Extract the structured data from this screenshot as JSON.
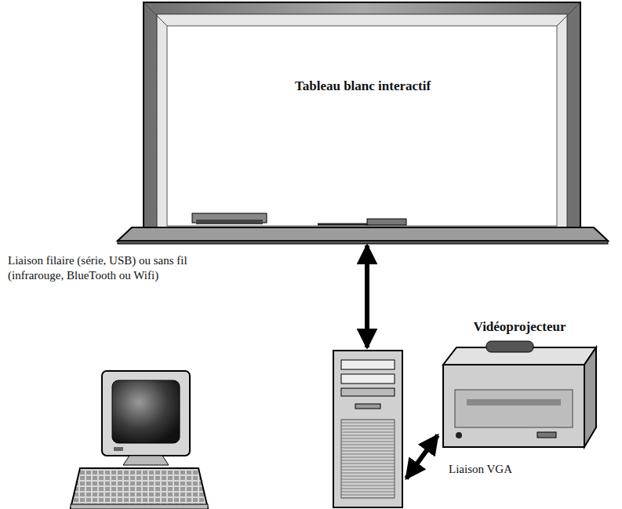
{
  "diagram": {
    "nodes": [
      {
        "text": [
          "Tableau blanc interactif"
        ]
      },
      {
        "text": []
      },
      {
        "text": [
          "Vidéoprojecteur"
        ]
      }
    ],
    "edges": [
      {
        "from": 0,
        "to": 1,
        "arrow": "both",
        "label": "Liaison filaire (série, USB) ou sans fil (infrarouge, BlueTooth ou Wifi)"
      },
      {
        "from": 1,
        "to": 2,
        "arrow": "both",
        "label": "Liaison VGA"
      }
    ]
  }
}
